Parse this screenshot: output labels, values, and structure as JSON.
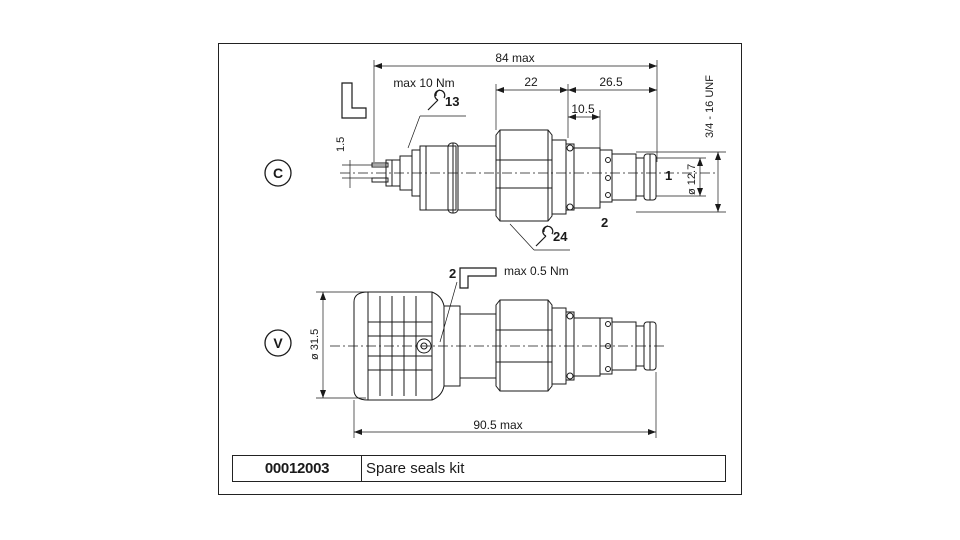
{
  "views": {
    "c": {
      "badge": "C"
    },
    "v": {
      "badge": "V"
    }
  },
  "dimensions": {
    "overall_c": "84 max",
    "body_length": "22",
    "cartridge_length": "26.5",
    "groove_offset": "10.5",
    "thread": "3/4 - 16 UNF",
    "pin_diameter": "ø 12.7",
    "screw_offset": "1.5",
    "overall_v": "90.5 max",
    "knob_diameter": "ø 31.5"
  },
  "annotations": {
    "torque_c": "max 10 Nm",
    "wrench_small": "13",
    "wrench_large": "24",
    "torque_v": "max 0.5 Nm",
    "port_1": "1",
    "port_2_c": "2",
    "port_2_v": "2"
  },
  "spare_kit": {
    "code": "00012003",
    "description": "Spare seals kit"
  }
}
